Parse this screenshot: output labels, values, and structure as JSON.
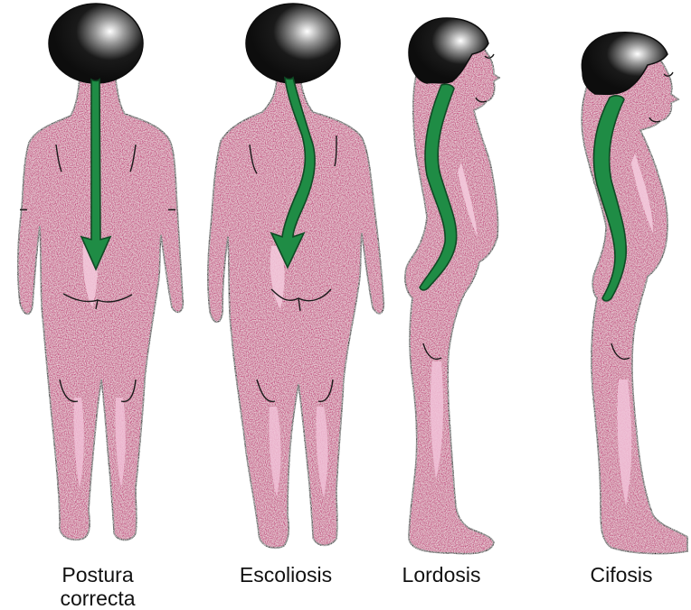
{
  "figures": [
    {
      "id": "postura-correcta",
      "caption_lines": [
        "Postura",
        "correcta"
      ]
    },
    {
      "id": "escoliosis",
      "caption_lines": [
        "Escoliosis"
      ]
    },
    {
      "id": "lordosis",
      "caption_lines": [
        "Lordosis"
      ]
    },
    {
      "id": "cifosis",
      "caption_lines": [
        "Cifosis"
      ]
    }
  ],
  "colors": {
    "skin": "#c2467f",
    "skin_light": "#e49ac0",
    "spine": "#1f8c45",
    "hair": "#1a1a1a",
    "outline": "#1a1a1a"
  }
}
